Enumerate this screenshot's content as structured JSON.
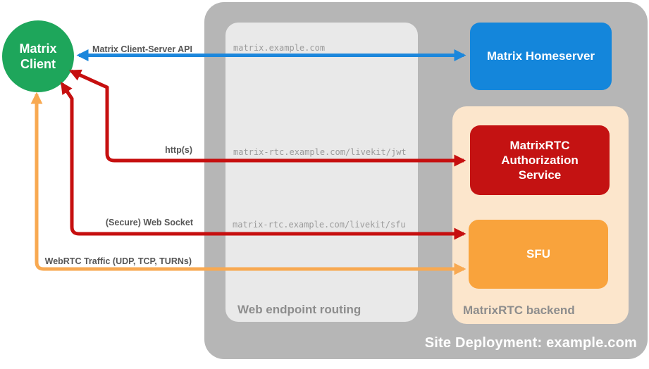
{
  "diagram_title": "Site Deployment: example.com",
  "colors": {
    "green": "#1ea65b",
    "blue": "#1486db",
    "blue_arrow": "#1c87dc",
    "red": "#c41212",
    "red_arrow": "#c60f0f",
    "orange": "#f9a33c",
    "orange_arrow": "#f8a951",
    "peach": "#fce6cc",
    "outer_gray": "#b6b6b6",
    "inner_gray": "#e9e9e9",
    "edge_label": "#565656",
    "url_text": "#9b9b9b",
    "container_label": "#8d8d8d",
    "white": "#ffffff"
  },
  "nodes": {
    "client": {
      "label": "Matrix Client"
    },
    "homeserver": {
      "label": "Matrix Homeserver"
    },
    "auth": {
      "label": "MatrixRTC Authorization Service"
    },
    "sfu": {
      "label": "SFU"
    }
  },
  "containers": {
    "site": {
      "label": "Site Deployment: example.com"
    },
    "routing": {
      "label": "Web endpoint routing"
    },
    "backend": {
      "label": "MatrixRTC backend"
    }
  },
  "edges": {
    "client_server_api": {
      "label": "Matrix Client-Server API",
      "endpoint": "matrix.example.com"
    },
    "http": {
      "label": "http(s)",
      "endpoint": "matrix-rtc.example.com/livekit/jwt"
    },
    "websocket": {
      "label": "(Secure) Web Socket",
      "endpoint": "matrix-rtc.example.com/livekit/sfu"
    },
    "webrtc": {
      "label": "WebRTC Traffic (UDP, TCP, TURNs)"
    }
  }
}
